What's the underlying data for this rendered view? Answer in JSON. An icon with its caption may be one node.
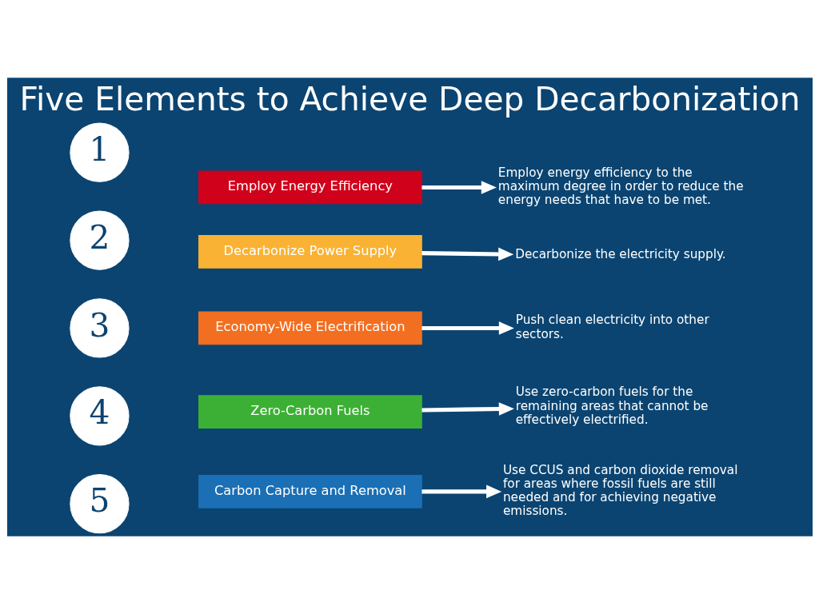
{
  "diagram": {
    "title": "Five Elements to Achieve Deep Decarbonization",
    "nodes": [
      {
        "text": [
          "1"
        ]
      },
      {
        "text": [
          "Employ Energy Efficiency"
        ]
      },
      {
        "text": [
          "Employ energy efficiency to the maximum degree in order to reduce the energy needs that have to be met."
        ]
      },
      {
        "text": [
          "2"
        ]
      },
      {
        "text": [
          "Decarbonize Power Supply"
        ]
      },
      {
        "text": [
          "Decarbonize the electricity supply."
        ]
      },
      {
        "text": [
          "3"
        ]
      },
      {
        "text": [
          "Economy-Wide Electrification"
        ]
      },
      {
        "text": [
          "Push clean electricity into other sectors."
        ]
      },
      {
        "text": [
          "4"
        ]
      },
      {
        "text": [
          "Zero-Carbon Fuels"
        ]
      },
      {
        "text": [
          "Use zero-carbon fuels for the remaining areas that cannot be effectively electrified."
        ]
      },
      {
        "text": [
          "5"
        ]
      },
      {
        "text": [
          "Carbon Capture and Removal"
        ]
      },
      {
        "text": [
          "Use CCUS and carbon dioxide removal for areas where fossil fuels are still needed and for achieving negative emissions."
        ]
      }
    ],
    "edges": [
      {
        "from": 1,
        "to": 2,
        "arrow": "to"
      },
      {
        "from": 4,
        "to": 5,
        "arrow": "to"
      },
      {
        "from": 7,
        "to": 8,
        "arrow": "to"
      },
      {
        "from": 10,
        "to": 11,
        "arrow": "to"
      },
      {
        "from": 13,
        "to": 14,
        "arrow": "to"
      }
    ]
  }
}
